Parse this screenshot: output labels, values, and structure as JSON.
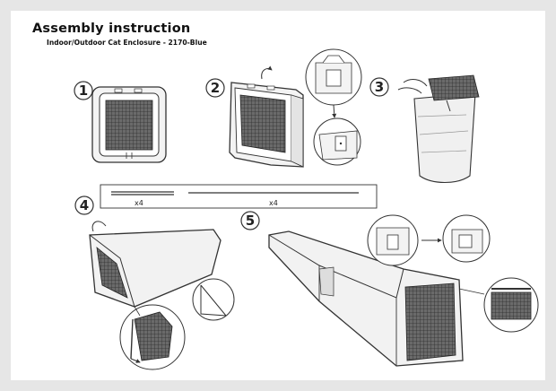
{
  "header": {
    "title": "Assembly instruction",
    "subtitle": "Indoor/Outdoor Cat Enclosure - 2170-Blue"
  },
  "steps": [
    {
      "number": "1"
    },
    {
      "number": "2"
    },
    {
      "number": "3"
    },
    {
      "number": "4",
      "part_short_qty": "x4",
      "part_long_qty": "x4"
    },
    {
      "number": "5"
    }
  ],
  "colors": {
    "background": "#e6e6e6",
    "paper": "#ffffff",
    "line": "#333333",
    "mesh": "#555555"
  }
}
